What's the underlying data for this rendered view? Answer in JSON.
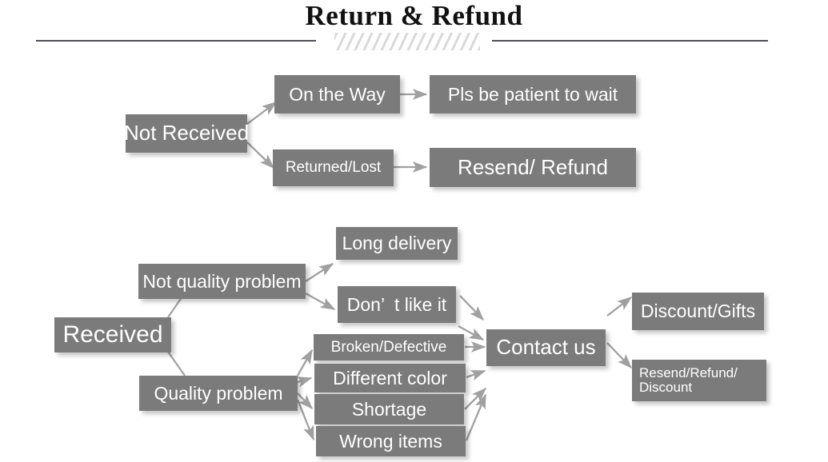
{
  "header": {
    "title": "Return & Refund",
    "divider_left": "horizontal-rule",
    "divider_right": "horizontal-rule",
    "divider_center": "diagonal-hatch-ornament"
  },
  "colors": {
    "node_fill": "#7b7b7b",
    "node_text": "#ffffff",
    "connector": "#9a9a9a",
    "rule": "#4d4f53",
    "hatch": "#d9d9d9",
    "background": "#ffffff"
  },
  "flow": {
    "branch_not_received": {
      "root": "Not Received",
      "steps": [
        {
          "cause": "On the Way",
          "result": "Pls be patient to wait"
        },
        {
          "cause": "Returned/Lost",
          "result": "Resend/ Refund"
        }
      ]
    },
    "branch_received": {
      "root": "Received",
      "categories": [
        {
          "label": "Not quality problem",
          "reasons": [
            "Long delivery",
            "Don’  t like it"
          ]
        },
        {
          "label": "Quality problem",
          "reasons": [
            "Broken/Defective",
            "Different color",
            "Shortage",
            "Wrong items"
          ]
        }
      ],
      "hub": "Contact us",
      "outcomes": [
        "Discount/Gifts",
        "Resend/Refund/\nDiscount"
      ]
    }
  }
}
